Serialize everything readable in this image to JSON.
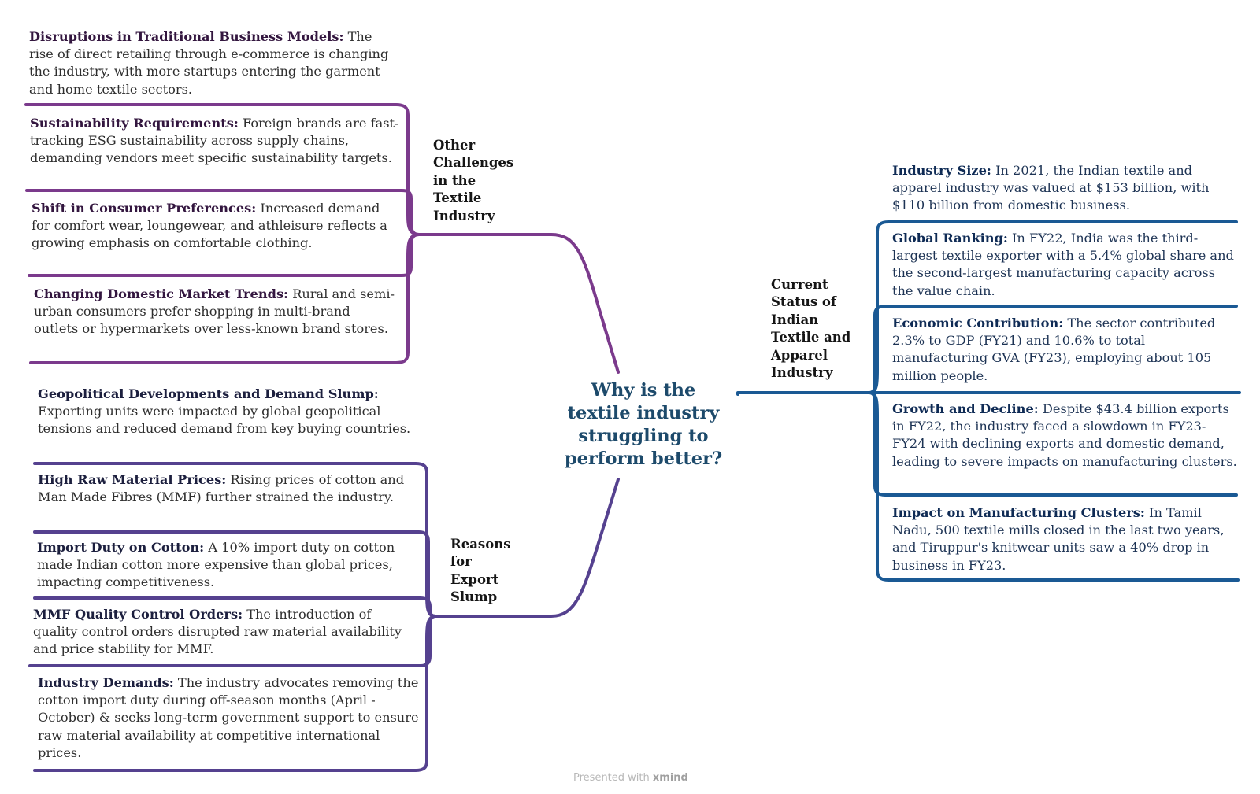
{
  "central_topic": "Why is the textile industry struggling to perform better?",
  "branches": {
    "other_challenges": {
      "label": "Other Challenges in the Textile Industry",
      "items": [
        {
          "title": "Disruptions in Traditional Business Models:",
          "text": "The rise of direct retailing through e-commerce is changing the industry, with more startups entering the garment and home textile sectors."
        },
        {
          "title": "Sustainability Requirements:",
          "text": "Foreign brands are fast-tracking ESG sustainability across supply chains, demanding vendors meet specific sustainability targets."
        },
        {
          "title": "Shift in Consumer Preferences:",
          "text": "Increased demand for comfort wear, loungewear, and athleisure reflects a growing emphasis on comfortable clothing."
        },
        {
          "title": "Changing Domestic Market Trends:",
          "text": "Rural and semi-urban consumers prefer shopping in multi-brand outlets or hypermarkets over less-known brand stores."
        }
      ]
    },
    "export_slump": {
      "label": "Reasons for Export Slump",
      "items": [
        {
          "title": "Geopolitical Developments and Demand Slump:",
          "text": "Exporting units were impacted by global geopolitical tensions and reduced demand from key buying countries."
        },
        {
          "title": "High Raw Material Prices:",
          "text": "Rising prices of cotton and Man Made Fibres (MMF) further strained the industry."
        },
        {
          "title": "Import Duty on Cotton:",
          "text": "A 10% import duty on cotton made Indian cotton more expensive than global prices, impacting competitiveness."
        },
        {
          "title": "MMF Quality Control Orders:",
          "text": "The introduction of quality control orders disrupted raw material availability and price stability for MMF."
        },
        {
          "title": "Industry Demands:",
          "text": "The industry advocates removing the cotton import duty during off-season months (April - October) & seeks long-term government support to ensure raw material availability at competitive international prices."
        }
      ]
    },
    "current_status": {
      "label": "Current Status of Indian Textile and Apparel Industry",
      "items": [
        {
          "title": "Industry Size:",
          "text": "In 2021, the Indian textile and apparel industry was valued at $153 billion, with $110 billion from domestic business."
        },
        {
          "title": "Global Ranking:",
          "text": "In FY22, India was the third-largest textile exporter with a 5.4% global share and the second-largest manufacturing capacity across the value chain."
        },
        {
          "title": "Economic Contribution:",
          "text": "The sector contributed 2.3% to GDP (FY21) and 10.6% to total manufacturing GVA (FY23), employing about 105 million people."
        },
        {
          "title": "Growth and Decline:",
          "text": "Despite $43.4 billion exports in FY22, the industry faced a slowdown in FY23-FY24 with declining exports and domestic demand, leading to severe impacts on manufacturing clusters."
        },
        {
          "title": "Impact on Manufacturing Clusters:",
          "text": "In Tamil Nadu, 500 textile mills closed in the last two years, and Tiruppur's knitwear units saw a 40% drop in business in FY23."
        }
      ]
    }
  },
  "footer": {
    "prefix": "Presented with",
    "brand": "xmind"
  },
  "colors": {
    "purple": "#7b3a8c",
    "indigo": "#55418f",
    "blue": "#1a5994",
    "central": "#1d4a6b"
  }
}
